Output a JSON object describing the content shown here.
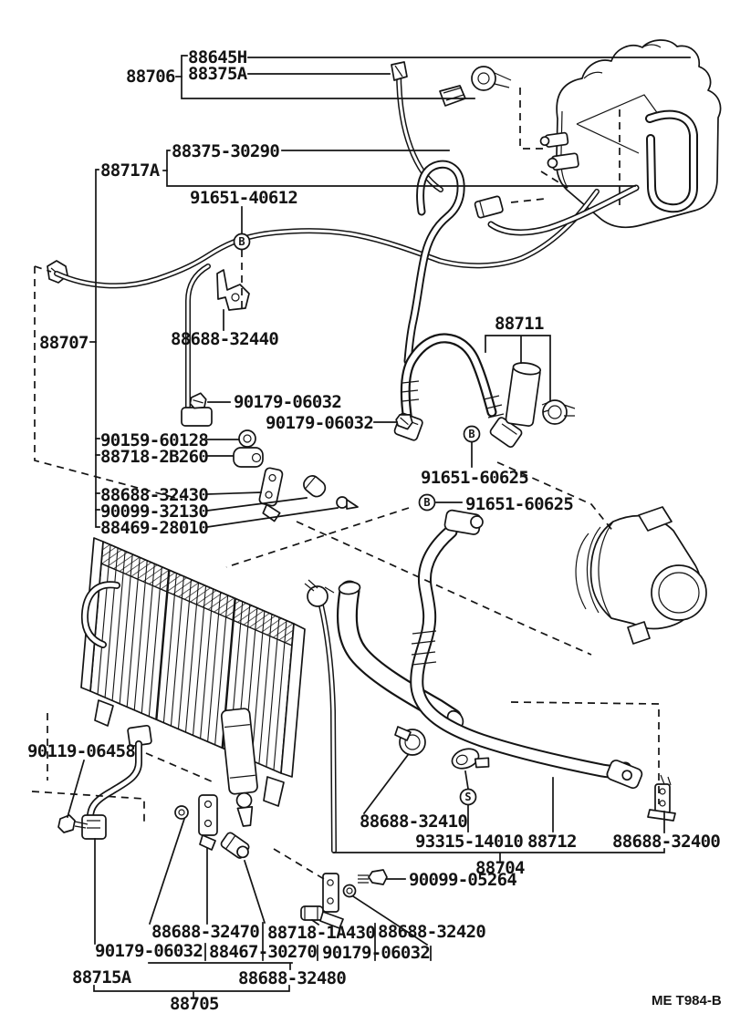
{
  "diagram": {
    "type": "parts-diagram",
    "footer_code": "ME T984-B",
    "symbols": {
      "bolt": "B",
      "screw": "S"
    },
    "part_numbers": {
      "p88645H": "88645H",
      "p88706": "88706",
      "p88375A": "88375A",
      "p88375_30290": "88375-30290",
      "p88717A": "88717A",
      "p91651_40612": "91651-40612",
      "p88707": "88707",
      "p88688_32440": "88688-32440",
      "p90179_06032": "90179-06032",
      "p90159_60128": "90159-60128",
      "p88718_2B260": "88718-2B260",
      "p88688_32430": "88688-32430",
      "p90099_32130": "90099-32130",
      "p88469_28010": "88469-28010",
      "p88711": "88711",
      "p91651_60625": "91651-60625",
      "p90119_06458": "90119-06458",
      "p88688_32410": "88688-32410",
      "p93315_14010": "93315-14010",
      "p88712": "88712",
      "p88688_32400": "88688-32400",
      "p88704": "88704",
      "p90099_05264": "90099-05264",
      "p88688_32470": "88688-32470",
      "p88718_1A430": "88718-1A430",
      "p88688_32420": "88688-32420",
      "p88467_30270": "88467-30270",
      "p88715A": "88715A",
      "p88688_32480": "88688-32480",
      "p88705": "88705"
    }
  }
}
